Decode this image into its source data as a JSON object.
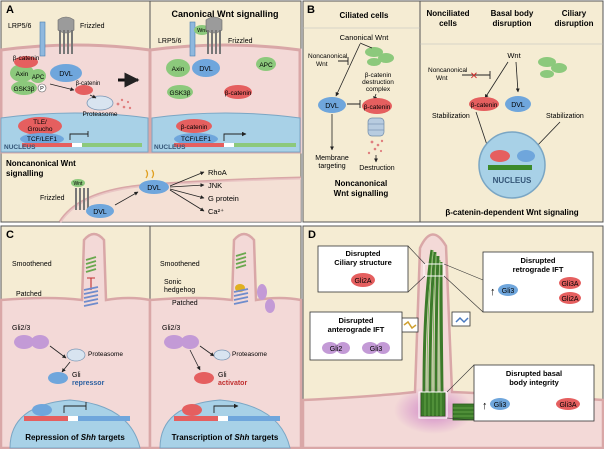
{
  "panelA": {
    "letter": "A",
    "canonical_title": "Canonical Wnt signalling",
    "noncanonical_title_1": "Noncanonical Wnt",
    "noncanonical_title_2": "signalling",
    "lrp": "LRP5/6",
    "frizzled": "Frizzled",
    "dvl": "DVL",
    "axin": "Axin",
    "apc": "APC",
    "gsk": "GSK3β",
    "p": "P",
    "bcat": "β-catenin",
    "proteasome": "Proteasome",
    "tle_1": "TLE/",
    "tle_2": "Groucho",
    "tcf": "TCF/LEF1",
    "nucleus": "NUCLEUS",
    "wnt": "Wnt",
    "rhoa": "RhoA",
    "jnk": "JNK",
    "gprot": "G protein",
    "ca": "Ca²⁺"
  },
  "panelB": {
    "letter": "B",
    "ciliated": "Ciliated cells",
    "nonciliated_1": "Nonciliated",
    "nonciliated_2": "cells",
    "basal_1": "Basal body",
    "basal_2": "disruption",
    "ciliary_1": "Ciliary",
    "ciliary_2": "disruption",
    "canon_wnt": "Canonical Wnt",
    "noncanon_1": "Noncanonical",
    "noncanon_2": "Wnt",
    "destr_1": "β-catenin",
    "destr_2": "destruction",
    "destr_3": "complex",
    "dvl": "DVL",
    "bcat": "β-catenin",
    "membrane_1": "Membrane",
    "membrane_2": "targeting",
    "destruction": "Destruction",
    "ncw_label_1": "Noncanonical",
    "ncw_label_2": "Wnt signalling",
    "wnt": "Wnt",
    "stab_l": "Stabilization",
    "stab_r": "Stabilization",
    "nucleus": "NUCLEUS",
    "bcat_dep": "β-catenin-dependent Wnt signaling",
    "x_mark": "✕"
  },
  "panelC": {
    "letter": "C",
    "smoothened": "Smoothened",
    "patched": "Patched",
    "sonic_1": "Sonic",
    "sonic_2": "hedgehog",
    "gli23": "Gli2/3",
    "proteasome": "Proteasome",
    "gli": "Gli",
    "repressor": "repressor",
    "activator": "activator",
    "repression_pre": "Repression of ",
    "transcription_pre": "Transcription of ",
    "shh": "Shh",
    "targets": " targets"
  },
  "panelD": {
    "letter": "D",
    "ciliary_1": "Disrupted",
    "ciliary_2": "Ciliary structure",
    "gli2a": "Gli2A",
    "retro_1": "Disrupted",
    "retro_2": "retrograde IFT",
    "gli3": "Gli3",
    "gli3a": "Gli3A",
    "antero_1": "Disrupted",
    "antero_2": "anterograde IFT",
    "gli2": "Gli2",
    "basal_1": "Disrupted basal",
    "basal_2": "body integrity",
    "up_arrow": "↑"
  },
  "colors": {
    "panel_bg": "#f5ecd3",
    "cell": "#f3d9d7",
    "membrane": "#d9a7a7",
    "beta_catenin": "#e55f5f",
    "dvl": "#6fa6dc",
    "green_protein": "#8cc97c",
    "gli_purple": "#c39ad6",
    "nucleus": "#a8d1e7",
    "cilium_green": "#3c7a2a",
    "magenta_glow": "#c060c0"
  }
}
